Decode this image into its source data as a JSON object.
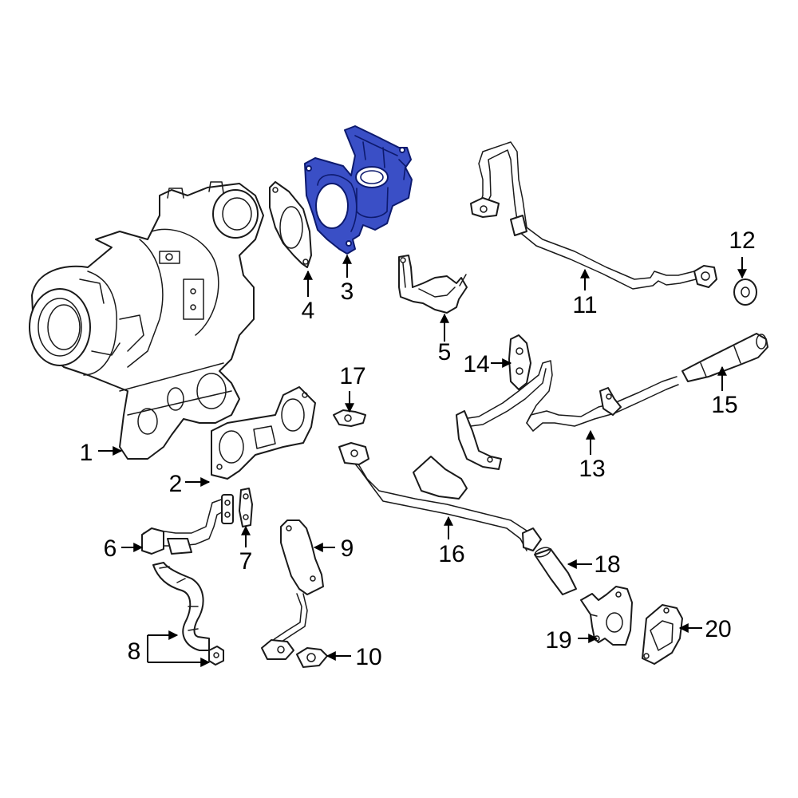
{
  "highlight_color": "#3a4fc6",
  "callouts": [
    {
      "id": "1",
      "text": "1"
    },
    {
      "id": "2",
      "text": "2"
    },
    {
      "id": "3",
      "text": "3"
    },
    {
      "id": "4",
      "text": "4"
    },
    {
      "id": "5",
      "text": "5"
    },
    {
      "id": "6",
      "text": "6"
    },
    {
      "id": "7",
      "text": "7"
    },
    {
      "id": "8",
      "text": "8"
    },
    {
      "id": "9",
      "text": "9"
    },
    {
      "id": "10",
      "text": "10"
    },
    {
      "id": "11",
      "text": "11"
    },
    {
      "id": "12",
      "text": "12"
    },
    {
      "id": "13",
      "text": "13"
    },
    {
      "id": "14",
      "text": "14"
    },
    {
      "id": "15",
      "text": "15"
    },
    {
      "id": "16",
      "text": "16"
    },
    {
      "id": "17",
      "text": "17"
    },
    {
      "id": "18",
      "text": "18"
    },
    {
      "id": "19",
      "text": "19"
    },
    {
      "id": "20",
      "text": "20"
    }
  ],
  "highlighted_part": "3"
}
